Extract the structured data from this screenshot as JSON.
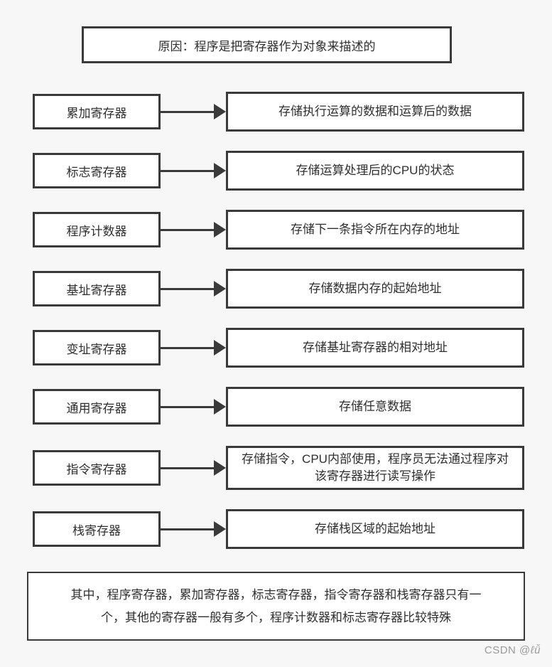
{
  "colors": {
    "background": "#f7f7f8",
    "box_fill": "#ffffff",
    "border": "#3a3a3a",
    "text": "#2f2f2f",
    "watermark": "#9a9a9a"
  },
  "title_box": {
    "text": "原因：程序是把寄存器作为对象来描述的"
  },
  "rows": [
    {
      "register": "累加寄存器",
      "description": "存储执行运算的数据和运算后的数据"
    },
    {
      "register": "标志寄存器",
      "description": "存储运算处理后的CPU的状态"
    },
    {
      "register": "程序计数器",
      "description": "存储下一条指令所在内存的地址"
    },
    {
      "register": "基址寄存器",
      "description": "存储数据内存的起始地址"
    },
    {
      "register": "变址寄存器",
      "description": "存储基址寄存器的相对地址"
    },
    {
      "register": "通用寄存器",
      "description": "存储任意数据"
    },
    {
      "register": "指令寄存器",
      "description": "存储指令，CPU内部使用，程序员无法通过程序对该寄存器进行读写操作"
    },
    {
      "register": "栈寄存器",
      "description": "存储栈区域的起始地址"
    }
  ],
  "note_box": {
    "text": "其中，程序寄存器，累加寄存器，标志寄存器，指令寄存器和栈寄存器只有一个，其他的寄存器一般有多个，程序计数器和标志寄存器比较特殊"
  },
  "watermark": {
    "brand": "CSDN @",
    "user": "ℓǚ"
  }
}
